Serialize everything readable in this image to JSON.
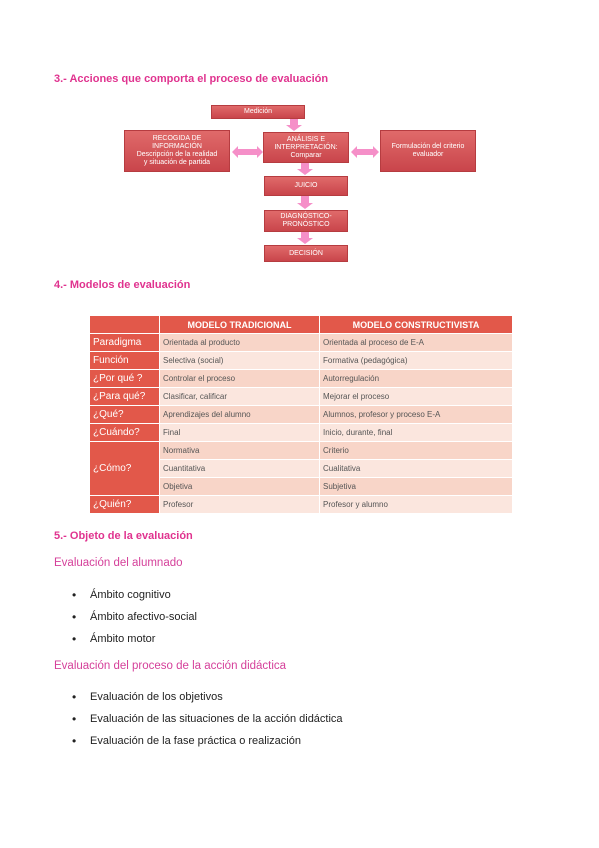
{
  "section3": {
    "title": "3.- Acciones que comporta el proceso de evaluación"
  },
  "diagram": {
    "medicion": "Medición",
    "recogida_l1": "RECOGIDA DE",
    "recogida_l2": "INFORMACIÓN",
    "recogida_l3": "Descripción de la realidad",
    "recogida_l4": "y situación de partida",
    "analisis_l1": "ANÁLISIS E",
    "analisis_l2": "INTERPRETACIÓN:",
    "analisis_l3": "Comparar",
    "formulacion_l1": "Formulación del criterio",
    "formulacion_l2": "evaluador",
    "juicio": "JUICIO",
    "diagnostico_l1": "DIAGNÓSTICO-",
    "diagnostico_l2": "PRONÓSTICO",
    "decision": "DECISIÓN",
    "colors": {
      "box": "#d9555a",
      "arrow": "#f58fc8"
    }
  },
  "section4": {
    "title": "4.- Modelos de evaluación"
  },
  "table": {
    "headers": [
      "MODELO TRADICIONAL",
      "MODELO CONSTRUCTIVISTA"
    ],
    "rows": [
      {
        "label": "Paradigma",
        "trad": "Orientada al producto",
        "cons": "Orientada al proceso de E-A"
      },
      {
        "label": "Función",
        "trad": "Selectiva (social)",
        "cons": "Formativa (pedagógica)"
      },
      {
        "label": "¿Por qué ?",
        "trad": "Controlar el proceso",
        "cons": "Autorregulación"
      },
      {
        "label": "¿Para qué?",
        "trad": "Clasificar, calificar",
        "cons": "Mejorar el proceso"
      },
      {
        "label": "¿Qué?",
        "trad": "Aprendizajes del alumno",
        "cons": "Alumnos, profesor y proceso E-A"
      },
      {
        "label": "¿Cuándo?",
        "trad": "Final",
        "cons": "Inicio, durante, final"
      },
      {
        "label": "¿Cómo?",
        "trad": "Normativa",
        "cons": "Criterio"
      },
      {
        "label": "",
        "trad": "Cuantitativa",
        "cons": "Cualitativa"
      },
      {
        "label": "",
        "trad": "Objetiva",
        "cons": "Subjetiva"
      },
      {
        "label": "¿Quién?",
        "trad": "Profesor",
        "cons": "Profesor y alumno"
      }
    ]
  },
  "section5": {
    "title": "5.- Objeto de la evaluación"
  },
  "alumnado": {
    "title": "Evaluación del alumnado",
    "items": [
      "Ámbito cognitivo",
      "Ámbito afectivo-social",
      "Ámbito motor"
    ]
  },
  "proceso": {
    "title": "Evaluación del proceso de la acción didáctica",
    "items": [
      "Evaluación de los objetivos",
      "Evaluación de las situaciones de la acción didáctica",
      "Evaluación de la fase práctica o realización"
    ]
  }
}
